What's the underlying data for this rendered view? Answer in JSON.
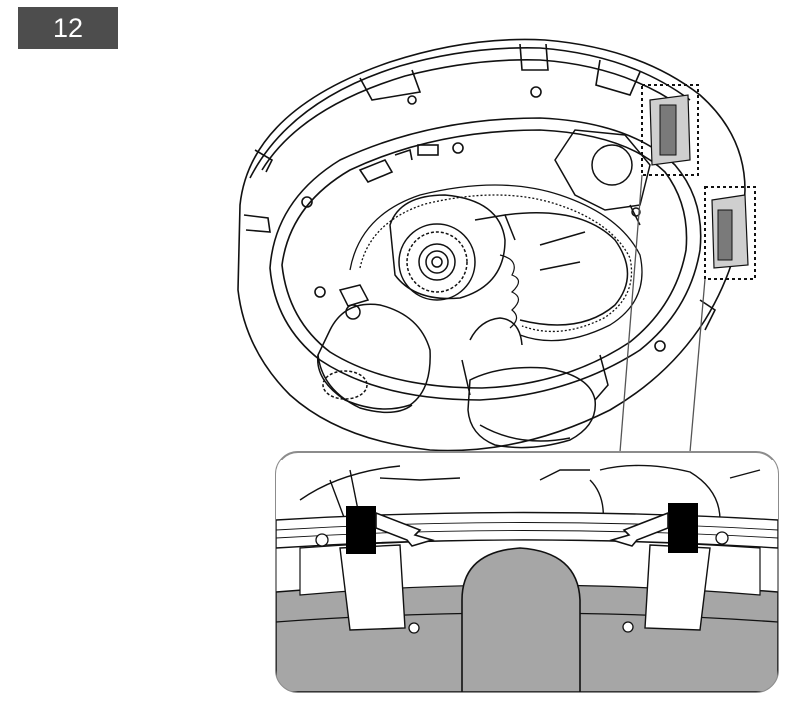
{
  "step": {
    "number": "12"
  },
  "illustration": {
    "subject": "dome-camera-interior",
    "zoom_inset": "magnified-rim-detail",
    "callout_style": "dashed-box",
    "colors": {
      "badge_bg": "#4d4d4d",
      "badge_text": "#ffffff",
      "line": "#111111",
      "shade": "#a6a6a6",
      "marker": "#000000"
    },
    "icons": [
      "latch-marker",
      "push-arrow"
    ]
  }
}
